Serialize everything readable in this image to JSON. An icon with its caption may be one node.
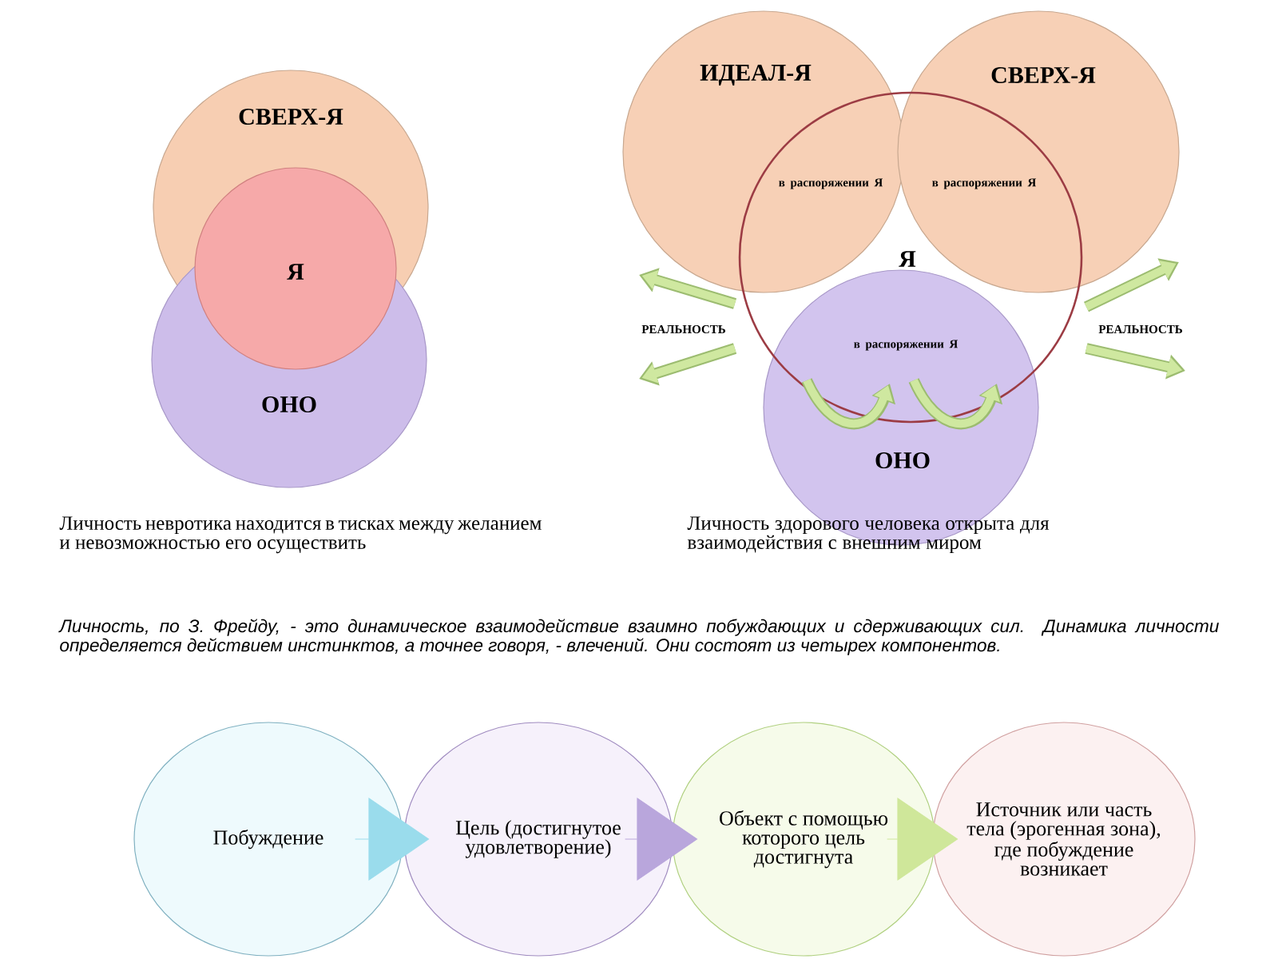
{
  "diagram": {
    "nodes": [
      {
        "text": [
          "СВЕРХ-Я"
        ]
      },
      {
        "text": [
          "ОНО"
        ]
      },
      {
        "text": [
          "Я"
        ]
      },
      {
        "text": [
          "ИДЕАЛ-Я"
        ]
      },
      {
        "text": [
          "СВЕРХ-Я"
        ]
      },
      {
        "text": [
          "Я"
        ]
      },
      {
        "text": [
          "ОНО"
        ]
      },
      {
        "text": [
          "Побуждение"
        ]
      },
      {
        "text": [
          "Цель (достигнутое удовлетворение)"
        ]
      },
      {
        "text": [
          "Объект с помощью которого цель достигнута"
        ]
      },
      {
        "text": [
          "Источник или часть тела (эрогенная зона), где побуждение возникает"
        ]
      }
    ],
    "edges": [
      {
        "from": 7,
        "to": 8,
        "arrow": "to",
        "color": "#9adcec"
      },
      {
        "from": 8,
        "to": 9,
        "arrow": "to",
        "color": "#b9a6dc"
      },
      {
        "from": 9,
        "to": 10,
        "arrow": "to",
        "color": "#cfe79a"
      }
    ],
    "labels": [
      "в распоряжении Я",
      "в распоряжении Я",
      "РЕАЛЬНОСТЬ",
      "РЕАЛЬНОСТЬ",
      "в распоряжении Я",
      "Личность невротика находится в тисках между желанием и невозможностью его осуществить",
      "Личность здорового человека открыта для взаимодействия с внешним миром",
      "Личность, по З. Фрейду, - это динамическое взаимодействие взаимно побуждающих и сдерживающих сил. Динамика личности определяется действием инстинктов, а точнее говоря, - влечений. Они состоят из четырех компонентов."
    ]
  }
}
